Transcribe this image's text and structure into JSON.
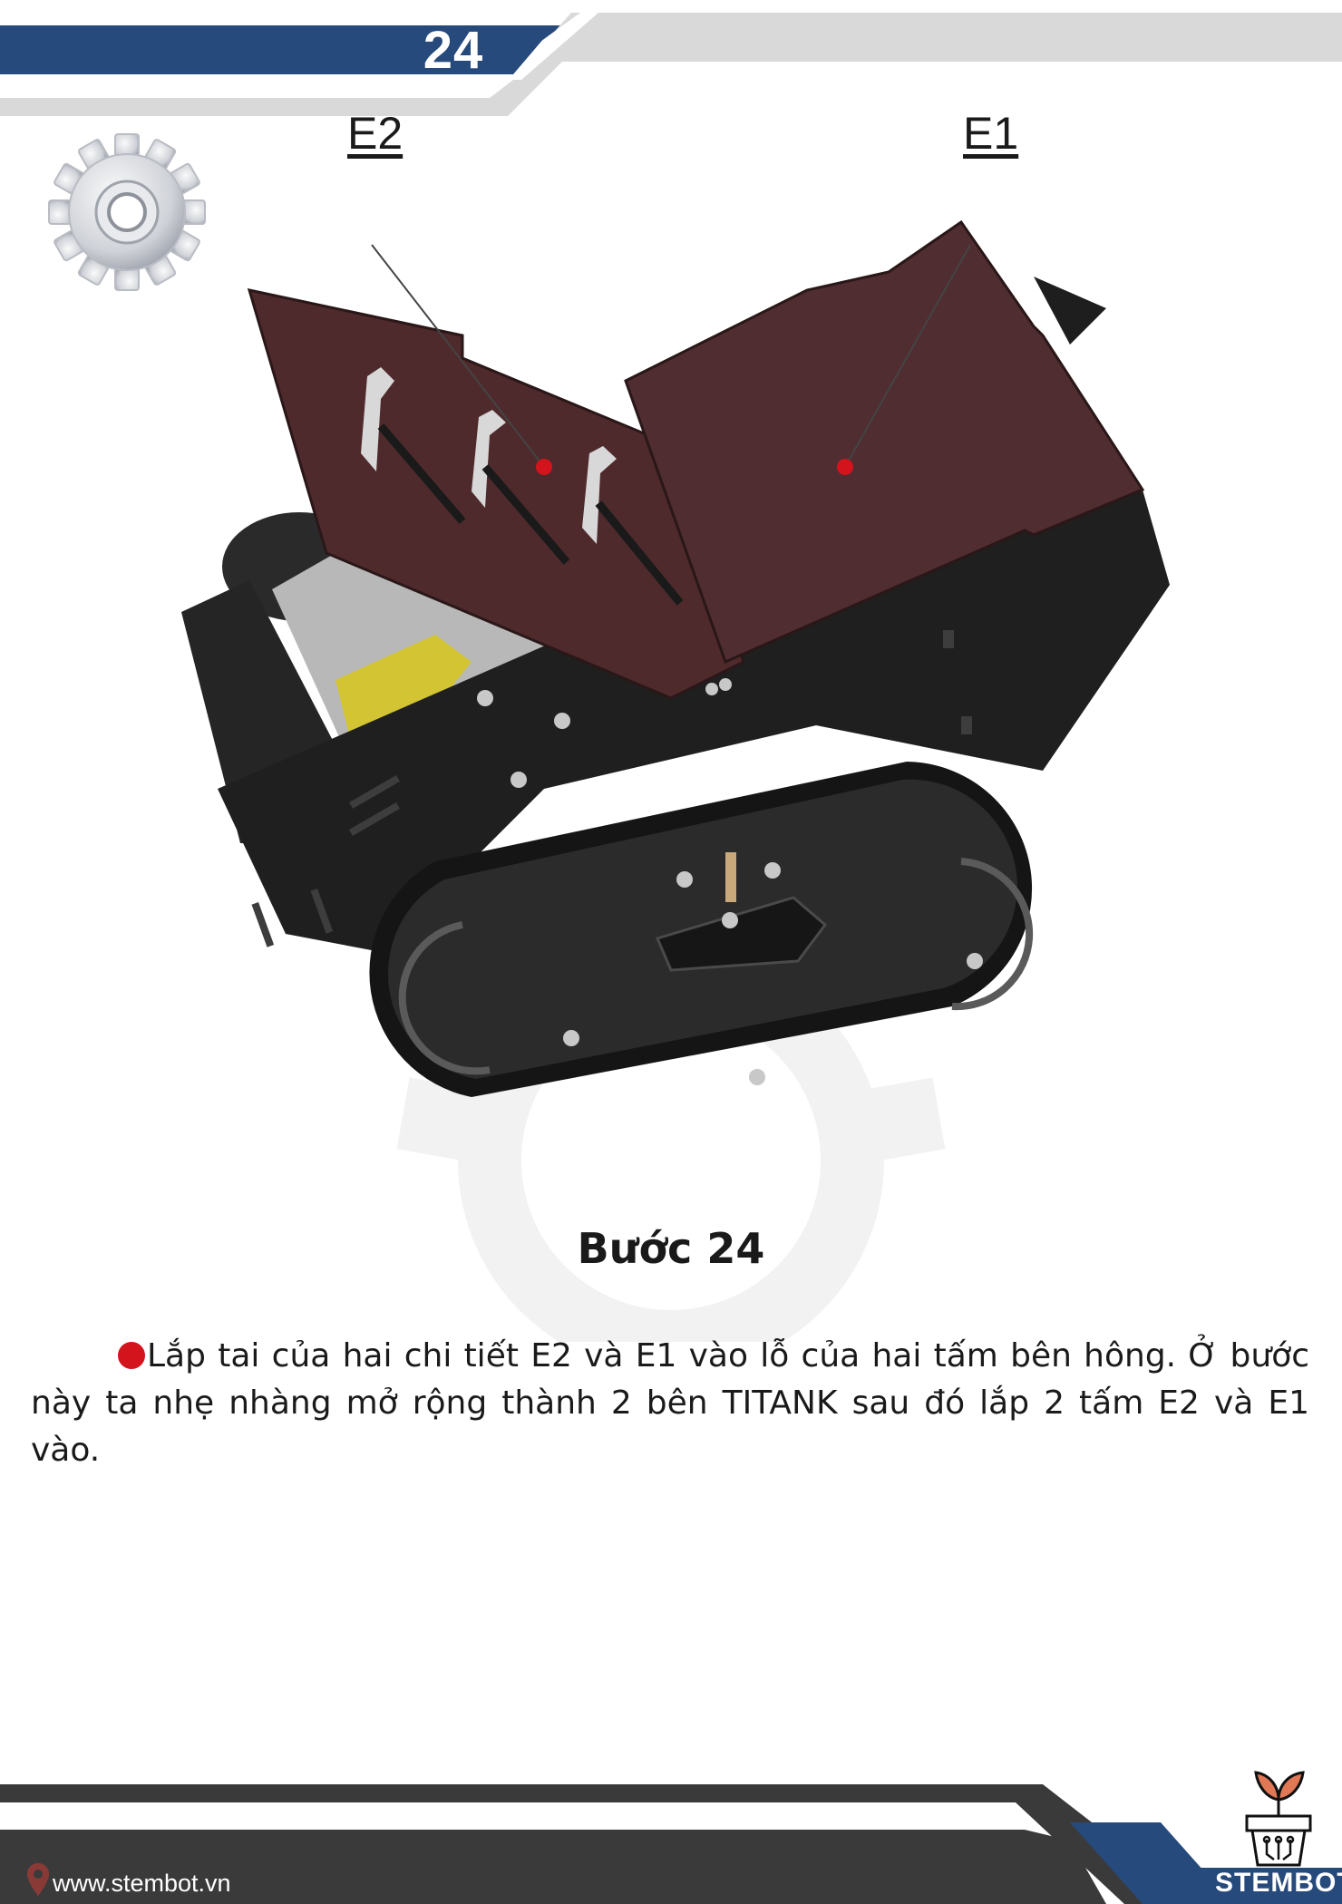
{
  "header": {
    "page_number": "24",
    "colors": {
      "banner_blue": "#274a7c",
      "banner_grey": "#d9d9d9"
    }
  },
  "callouts": {
    "e2_label": "E2",
    "e1_label": "E1",
    "dot_color": "#d4141c"
  },
  "step": {
    "title": "Bước 24",
    "instruction": "Lắp tai của hai chi tiết E2 và E1 vào lỗ của hai tấm bên hông. Ở bước này ta nhẹ nhàng mở rộng thành 2 bên TITANK sau đó lắp 2 tấm E2 và E1 vào."
  },
  "footer": {
    "website": "www.stembot.vn",
    "brand": "STEMBOT",
    "colors": {
      "bar_dark": "#3a3a3a",
      "bar_blue": "#274a7c"
    }
  },
  "icons": [
    "gear-icon",
    "location-pin-icon",
    "stembot-logo-icon"
  ]
}
